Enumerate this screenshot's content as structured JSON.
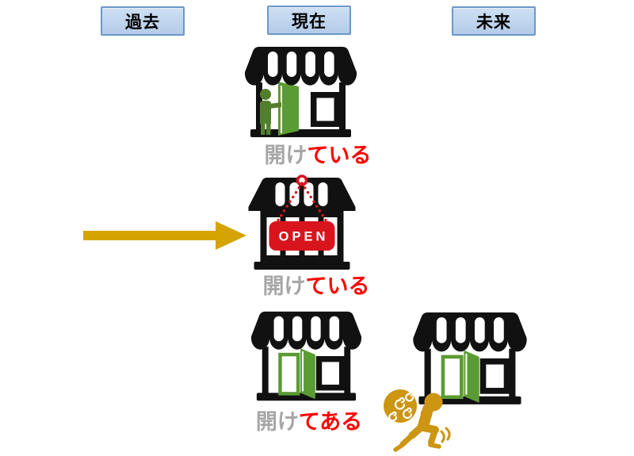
{
  "timeline": {
    "past": "過去",
    "present": "現在",
    "future": "未来"
  },
  "captions": {
    "top": {
      "gray": "開け",
      "red": "ている"
    },
    "middle": {
      "gray": "開け",
      "red": "ている"
    },
    "bottom": {
      "gray": "開け",
      "red": "てある"
    }
  },
  "open_sign_text": "OPEN",
  "icons": {
    "shop_top": "storefront-person-opening-door-icon",
    "shop_middle": "storefront-open-sign-icon",
    "shop_bottom": "storefront-door-left-open-icon",
    "shop_future": "storefront-door-left-open-icon",
    "arrow": "right-arrow-icon",
    "thief": "thief-carrying-sack-icon"
  },
  "colors": {
    "icon_black": "#111111",
    "door_green": "#5B9B33",
    "person_green": "#527F2D",
    "sign_red": "#D8151D",
    "caption_red": "#FF0000",
    "caption_gray": "#A6A6A6",
    "arrow_gold": "#D5A400",
    "thief_gold": "#CC9512",
    "tag_fill_top": "#CFE0F3",
    "tag_fill_bottom": "#B3CBE8",
    "tag_border": "#6B98C9"
  }
}
